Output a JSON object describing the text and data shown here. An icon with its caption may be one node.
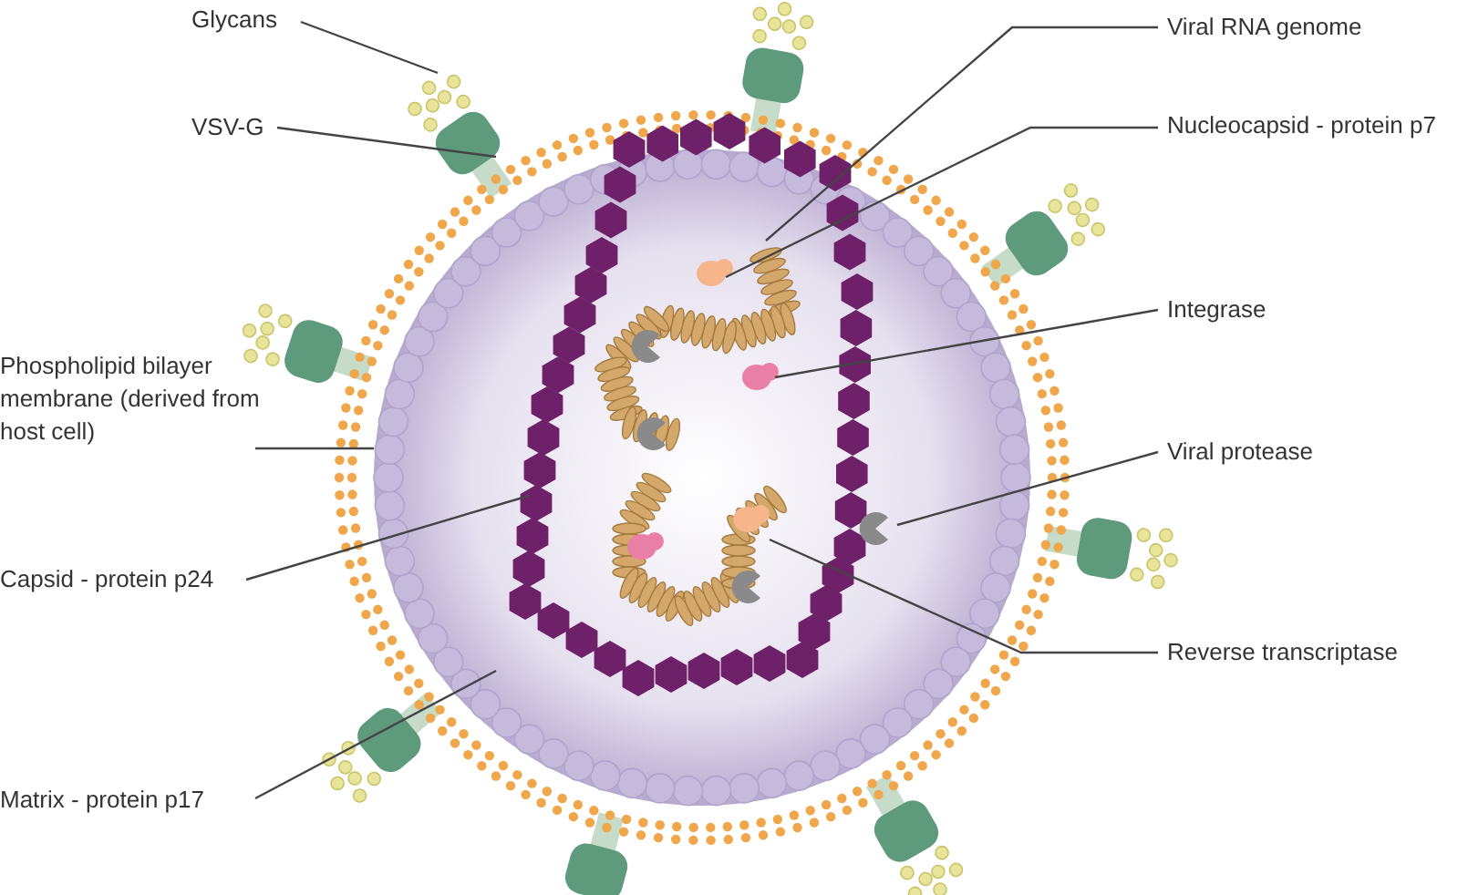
{
  "diagram": {
    "nodes": [
      {
        "text": [
          "Glycans"
        ]
      },
      {
        "text": [
          "VSV-G"
        ]
      },
      {
        "text": [
          "Phospholipid bilayer membrane (derived from host cell)"
        ]
      },
      {
        "text": [
          "Capsid - protein p24"
        ]
      },
      {
        "text": [
          "Matrix - protein p17"
        ]
      },
      {
        "text": [
          "Viral RNA genome"
        ]
      },
      {
        "text": [
          "Nucleocapsid - protein p7"
        ]
      },
      {
        "text": [
          "Integrase"
        ]
      },
      {
        "text": [
          "Viral protease"
        ]
      },
      {
        "text": [
          "Reverse transcriptase"
        ]
      }
    ],
    "edges": [
      {
        "from": 0,
        "to": null,
        "arrow": "none"
      },
      {
        "from": 1,
        "to": null,
        "arrow": "none"
      },
      {
        "from": 2,
        "to": null,
        "arrow": "none"
      },
      {
        "from": 3,
        "to": null,
        "arrow": "none"
      },
      {
        "from": 4,
        "to": null,
        "arrow": "none"
      },
      {
        "from": 5,
        "to": null,
        "arrow": "none"
      },
      {
        "from": 6,
        "to": null,
        "arrow": "none"
      },
      {
        "from": 7,
        "to": null,
        "arrow": "none"
      },
      {
        "from": 8,
        "to": null,
        "arrow": "none"
      },
      {
        "from": 9,
        "to": null,
        "arrow": "none"
      }
    ]
  }
}
